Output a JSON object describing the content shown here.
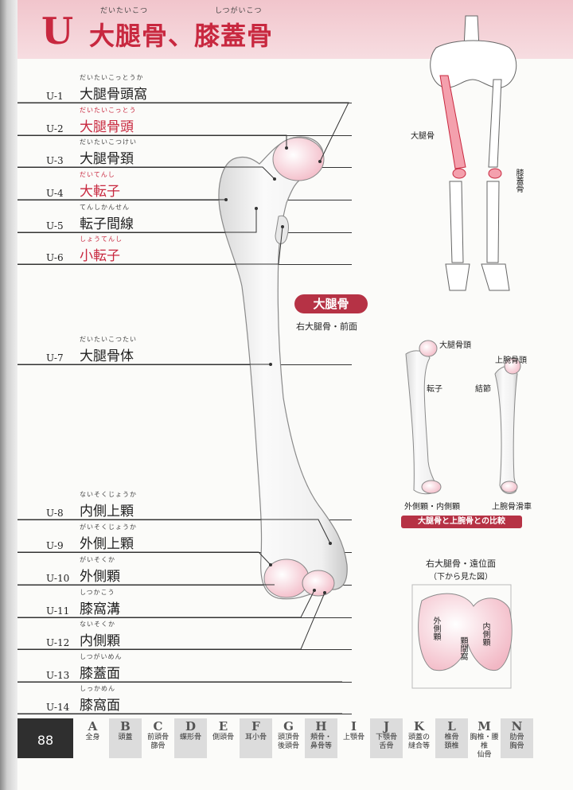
{
  "header": {
    "letter": "U",
    "title": "大腿骨、膝蓋骨",
    "ruby_femur": "だいたいこつ",
    "ruby_patella": "しつがいこつ"
  },
  "items": [
    {
      "code": "U-1",
      "kana": "だいたいこっとうか",
      "name": "大腿骨頭窩",
      "highlight": false
    },
    {
      "code": "U-2",
      "kana": "だいたいこっとう",
      "name": "大腿骨頭",
      "highlight": true
    },
    {
      "code": "U-3",
      "kana": "だいたいこつけい",
      "name": "大腿骨頚",
      "highlight": false
    },
    {
      "code": "U-4",
      "kana": "だいてんし",
      "name": "大転子",
      "highlight": true
    },
    {
      "code": "U-5",
      "kana": "てんしかんせん",
      "name": "転子間線",
      "highlight": false
    },
    {
      "code": "U-6",
      "kana": "しょうてんし",
      "name": "小転子",
      "highlight": true
    },
    {
      "code": "U-7",
      "kana": "だいたいこつたい",
      "name": "大腿骨体",
      "highlight": false
    },
    {
      "code": "U-8",
      "kana": "ないそくじょうか",
      "name": "内側上顆",
      "highlight": false
    },
    {
      "code": "U-9",
      "kana": "がいそくじょうか",
      "name": "外側上顆",
      "highlight": false
    },
    {
      "code": "U-10",
      "kana": "がいそくか",
      "name": "外側顆",
      "highlight": false
    },
    {
      "code": "U-11",
      "kana": "しつかこう",
      "name": "膝窩溝",
      "highlight": false
    },
    {
      "code": "U-12",
      "kana": "ないそくか",
      "name": "内側顆",
      "highlight": false
    },
    {
      "code": "U-13",
      "kana": "しつがいめん",
      "name": "膝蓋面",
      "highlight": false
    },
    {
      "code": "U-14",
      "kana": "しっかめん",
      "name": "膝窩面",
      "highlight": false
    }
  ],
  "skeleton": {
    "label_femur": "大腿骨",
    "label_patella": "膝蓋骨"
  },
  "main_figure": {
    "badge": "大腿骨",
    "caption": "右大腿骨・前面"
  },
  "comparison": {
    "femur_head": "大腿骨頭",
    "humerus_head": "上腕骨頭",
    "trochanter": "転子",
    "tubercle": "結節",
    "condyles": "外側顆・内側顆",
    "trochlea": "上腕骨滑車",
    "caption": "大腿骨と上腕骨との比較"
  },
  "distal": {
    "title": "右大腿骨・遠位面",
    "subtitle": "（下から見た図）",
    "lateral": "外側顆",
    "medial": "内側顆",
    "intercondylar": "顆間窩"
  },
  "footer": {
    "page_number": "88",
    "tabs": [
      {
        "letter": "A",
        "text1": "全身",
        "text2": ""
      },
      {
        "letter": "B",
        "text1": "頭蓋",
        "text2": ""
      },
      {
        "letter": "C",
        "text1": "前頭骨",
        "text2": "篩骨"
      },
      {
        "letter": "D",
        "text1": "蝶形骨",
        "text2": ""
      },
      {
        "letter": "E",
        "text1": "側頭骨",
        "text2": ""
      },
      {
        "letter": "F",
        "text1": "耳小骨",
        "text2": ""
      },
      {
        "letter": "G",
        "text1": "頭頂骨",
        "text2": "後頭骨"
      },
      {
        "letter": "H",
        "text1": "頬骨・",
        "text2": "鼻骨等"
      },
      {
        "letter": "I",
        "text1": "上顎骨",
        "text2": ""
      },
      {
        "letter": "J",
        "text1": "下顎骨",
        "text2": "舌骨"
      },
      {
        "letter": "K",
        "text1": "頭蓋の",
        "text2": "縫合等"
      },
      {
        "letter": "L",
        "text1": "椎骨",
        "text2": "頚椎"
      },
      {
        "letter": "M",
        "text1": "胸椎・腰椎",
        "text2": "仙骨"
      },
      {
        "letter": "N",
        "text1": "肋骨",
        "text2": "胸骨"
      }
    ]
  },
  "colors": {
    "accent": "#c8283f",
    "header_bg": "#f1c5cc",
    "badge": "#b63245",
    "bone_pink": "#f6c9d3"
  }
}
